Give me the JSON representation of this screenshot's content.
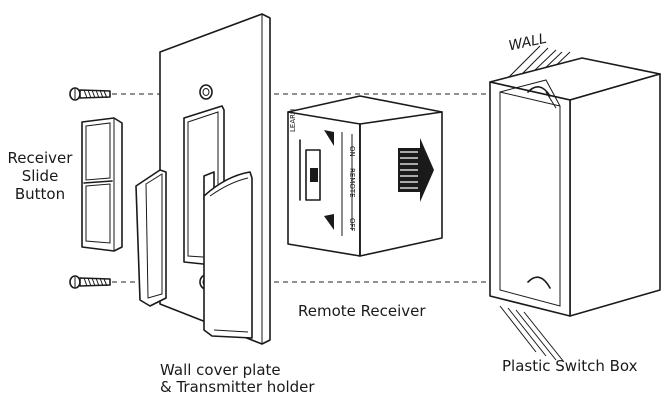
{
  "labels": {
    "receiver_slide_button": [
      "Receiver",
      "Slide",
      "Button"
    ],
    "wall_cover_plate": [
      "Wall cover plate",
      "& Transmitter holder"
    ],
    "remote_receiver": "Remote Receiver",
    "plastic_switch_box": "Plastic Switch Box",
    "wall": "WALL"
  },
  "receiver_face": {
    "learn": "LEARN",
    "on": "ON",
    "remote": "REMOTE",
    "off": "OFF"
  }
}
